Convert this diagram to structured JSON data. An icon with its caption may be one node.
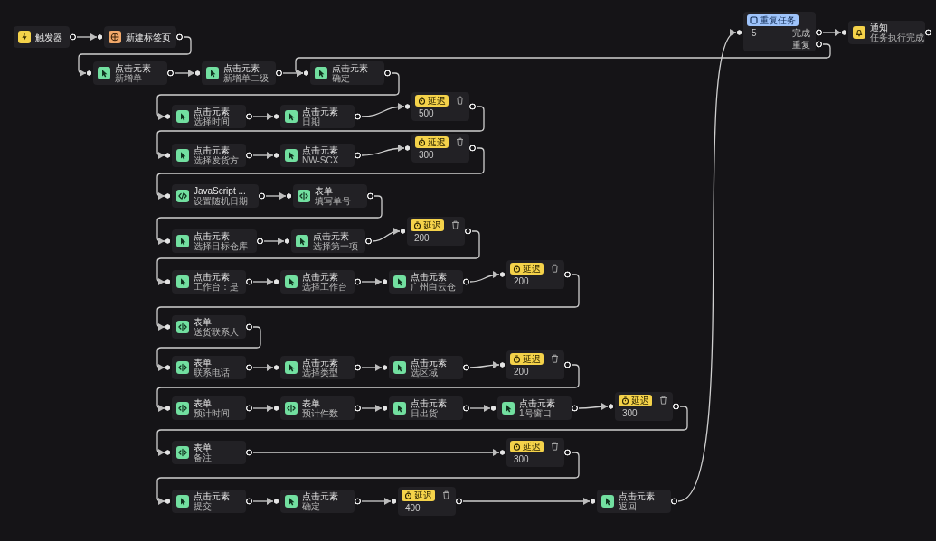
{
  "diagram": {
    "nodes": [
      {
        "text": [
          "触发器"
        ]
      },
      {
        "text": [
          "新建标签页"
        ]
      },
      {
        "text": [
          "重复任务",
          "5",
          "完成",
          "重复"
        ]
      },
      {
        "text": [
          "通知",
          "任务执行完成"
        ]
      },
      {
        "text": [
          "点击元素",
          "新增单"
        ]
      },
      {
        "text": [
          "点击元素",
          "新增单二级"
        ]
      },
      {
        "text": [
          "点击元素",
          "确定"
        ]
      },
      {
        "text": [
          "点击元素",
          "选择时间"
        ]
      },
      {
        "text": [
          "点击元素",
          "日期"
        ]
      },
      {
        "text": [
          "延迟",
          "500"
        ]
      },
      {
        "text": [
          "点击元素",
          "选择发货方"
        ]
      },
      {
        "text": [
          "点击元素",
          "NW-SCX"
        ]
      },
      {
        "text": [
          "延迟",
          "300"
        ]
      },
      {
        "text": [
          "JavaScript ...",
          "设置随机日期"
        ]
      },
      {
        "text": [
          "表单",
          "填写单号"
        ]
      },
      {
        "text": [
          "点击元素",
          "选择目标仓库"
        ]
      },
      {
        "text": [
          "点击元素",
          "选择第一项"
        ]
      },
      {
        "text": [
          "延迟",
          "200"
        ]
      },
      {
        "text": [
          "点击元素",
          "工作台：是"
        ]
      },
      {
        "text": [
          "点击元素",
          "选择工作台"
        ]
      },
      {
        "text": [
          "点击元素",
          "广州白云仓"
        ]
      },
      {
        "text": [
          "延迟",
          "200"
        ]
      },
      {
        "text": [
          "表单",
          "送货联系人"
        ]
      },
      {
        "text": [
          "表单",
          "联系电话"
        ]
      },
      {
        "text": [
          "点击元素",
          "选择类型"
        ]
      },
      {
        "text": [
          "点击元素",
          "选区域"
        ]
      },
      {
        "text": [
          "延迟",
          "200"
        ]
      },
      {
        "text": [
          "表单",
          "预计时间"
        ]
      },
      {
        "text": [
          "表单",
          "预计件数"
        ]
      },
      {
        "text": [
          "点击元素",
          "日出货"
        ]
      },
      {
        "text": [
          "点击元素",
          "1号窗口"
        ]
      },
      {
        "text": [
          "延迟",
          "300"
        ]
      },
      {
        "text": [
          "表单",
          "备注"
        ]
      },
      {
        "text": [
          "延迟",
          "300"
        ]
      },
      {
        "text": [
          "点击元素",
          "提交"
        ]
      },
      {
        "text": [
          "点击元素",
          "确定"
        ]
      },
      {
        "text": [
          "延迟",
          "400"
        ]
      },
      {
        "text": [
          "点击元素",
          "返回"
        ]
      }
    ],
    "edges": [
      {
        "from": 0,
        "to": 1,
        "arrow": "to"
      },
      {
        "from": 1,
        "to": 4,
        "arrow": "to"
      },
      {
        "from": 4,
        "to": 5,
        "arrow": "to"
      },
      {
        "from": 5,
        "to": 6,
        "arrow": "to"
      },
      {
        "from": 6,
        "to": 7,
        "arrow": "to"
      },
      {
        "from": 7,
        "to": 8,
        "arrow": "to"
      },
      {
        "from": 8,
        "to": 9,
        "arrow": "to"
      },
      {
        "from": 9,
        "to": 10,
        "arrow": "to"
      },
      {
        "from": 10,
        "to": 11,
        "arrow": "to"
      },
      {
        "from": 11,
        "to": 12,
        "arrow": "to"
      },
      {
        "from": 12,
        "to": 13,
        "arrow": "to"
      },
      {
        "from": 13,
        "to": 14,
        "arrow": "to"
      },
      {
        "from": 14,
        "to": 15,
        "arrow": "to"
      },
      {
        "from": 15,
        "to": 16,
        "arrow": "to"
      },
      {
        "from": 16,
        "to": 17,
        "arrow": "to"
      },
      {
        "from": 17,
        "to": 18,
        "arrow": "to"
      },
      {
        "from": 18,
        "to": 19,
        "arrow": "to"
      },
      {
        "from": 19,
        "to": 20,
        "arrow": "to"
      },
      {
        "from": 20,
        "to": 21,
        "arrow": "to"
      },
      {
        "from": 21,
        "to": 22,
        "arrow": "to"
      },
      {
        "from": 22,
        "to": 23,
        "arrow": "to"
      },
      {
        "from": 23,
        "to": 24,
        "arrow": "to"
      },
      {
        "from": 24,
        "to": 25,
        "arrow": "to"
      },
      {
        "from": 25,
        "to": 26,
        "arrow": "to"
      },
      {
        "from": 26,
        "to": 27,
        "arrow": "to"
      },
      {
        "from": 27,
        "to": 28,
        "arrow": "to"
      },
      {
        "from": 28,
        "to": 29,
        "arrow": "to"
      },
      {
        "from": 29,
        "to": 30,
        "arrow": "to"
      },
      {
        "from": 30,
        "to": 31,
        "arrow": "to"
      },
      {
        "from": 31,
        "to": 32,
        "arrow": "to"
      },
      {
        "from": 32,
        "to": 33,
        "arrow": "to"
      },
      {
        "from": 33,
        "to": 34,
        "arrow": "to"
      },
      {
        "from": 34,
        "to": 35,
        "arrow": "to"
      },
      {
        "from": 35,
        "to": 36,
        "arrow": "to"
      },
      {
        "from": 36,
        "to": 37,
        "arrow": "to"
      },
      {
        "from": 37,
        "to": 2,
        "arrow": "to"
      },
      {
        "from": 2,
        "to": 3,
        "arrow": "to"
      },
      {
        "from": 2,
        "to": 6,
        "arrow": "to"
      }
    ]
  }
}
